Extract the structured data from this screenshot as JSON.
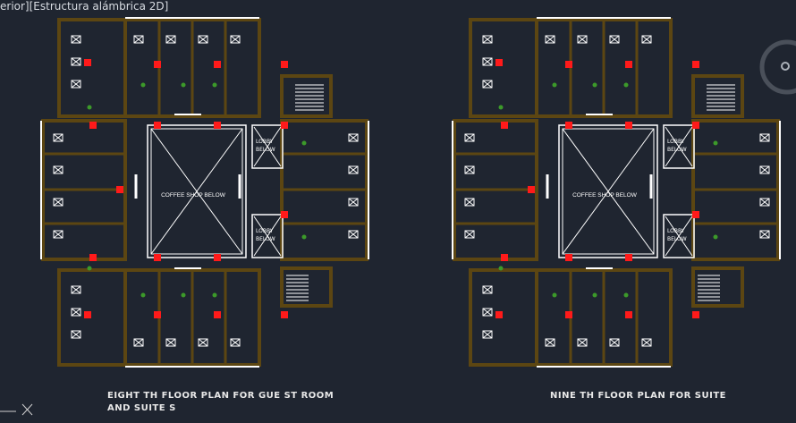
{
  "viewport": {
    "label": "erior][Estructura alámbrica 2D]"
  },
  "plans": [
    {
      "title_line1": "EIGHT TH FLOOR PLAN FOR GUE ST ROOM",
      "title_line2": "AND SUITE S",
      "atrium_label": "COFFEE SHOP BELOW",
      "lobby_label_1": "LOBBY",
      "lobby_label_2": "BELOW"
    },
    {
      "title_line1": "NINE TH FLOOR PLAN FOR SUITE",
      "title_line2": "",
      "atrium_label": "COFFEE SHOP BELOW",
      "lobby_label_1": "LOBBY",
      "lobby_label_2": "BELOW"
    }
  ],
  "colors": {
    "background": "#1f2530",
    "wall": "#5c4612",
    "line": "#ffffff",
    "column": "#ff1a1a",
    "plant": "#3c9a2a"
  }
}
